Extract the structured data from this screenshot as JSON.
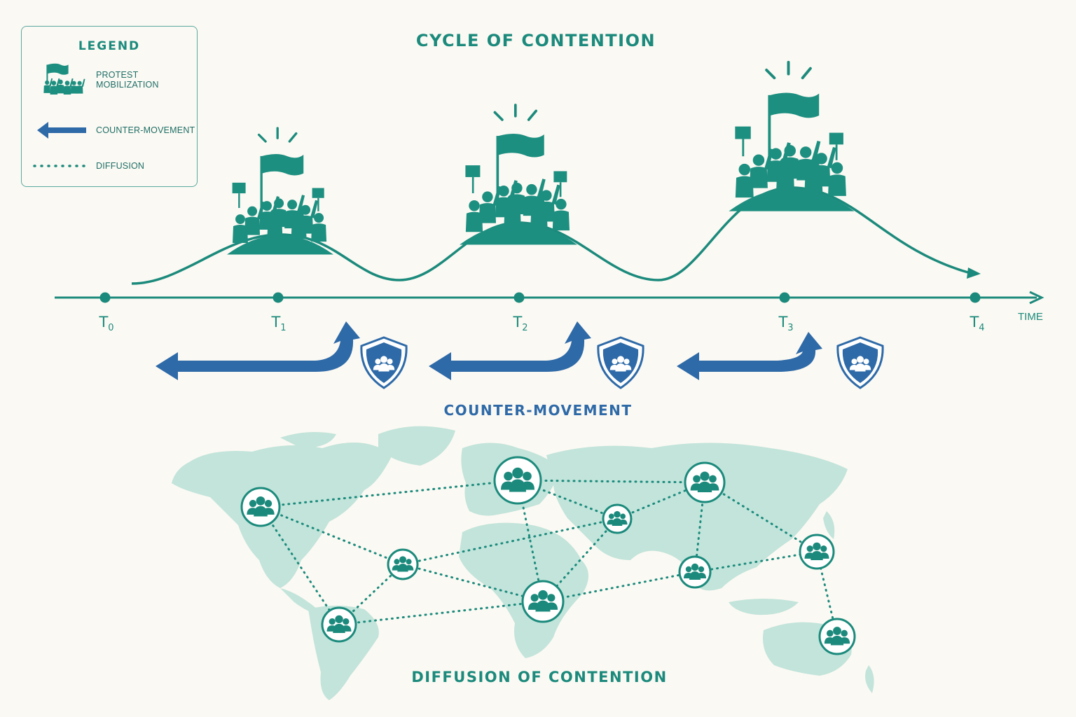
{
  "title": "CYCLE OF CONTENTION",
  "legend": {
    "title": "LEGEND",
    "items": [
      {
        "label": "PROTEST MOBILIZATION",
        "icon": "protest-crowd-icon"
      },
      {
        "label": "COUNTER-MOVEMENT",
        "icon": "left-arrow-icon"
      },
      {
        "label": "DIFFUSION",
        "icon": "dotted-line-icon"
      }
    ]
  },
  "timeline": {
    "axis_label": "TIME",
    "ticks": [
      {
        "letter": "T",
        "index": "0"
      },
      {
        "letter": "T",
        "index": "1"
      },
      {
        "letter": "T",
        "index": "2"
      },
      {
        "letter": "T",
        "index": "3"
      },
      {
        "letter": "T",
        "index": "4"
      }
    ]
  },
  "counter_movement": {
    "label": "COUNTER-MOVEMENT",
    "arrows": 3,
    "icon": "shield-group-icon"
  },
  "diffusion": {
    "label": "DIFFUSION OF CONTENTION",
    "node_icon": "group-people-icon"
  },
  "colors": {
    "teal": "#1b8a7c",
    "blue": "#2e6aa8",
    "map": "#b9e0d6",
    "background": "#fbf9f3"
  }
}
